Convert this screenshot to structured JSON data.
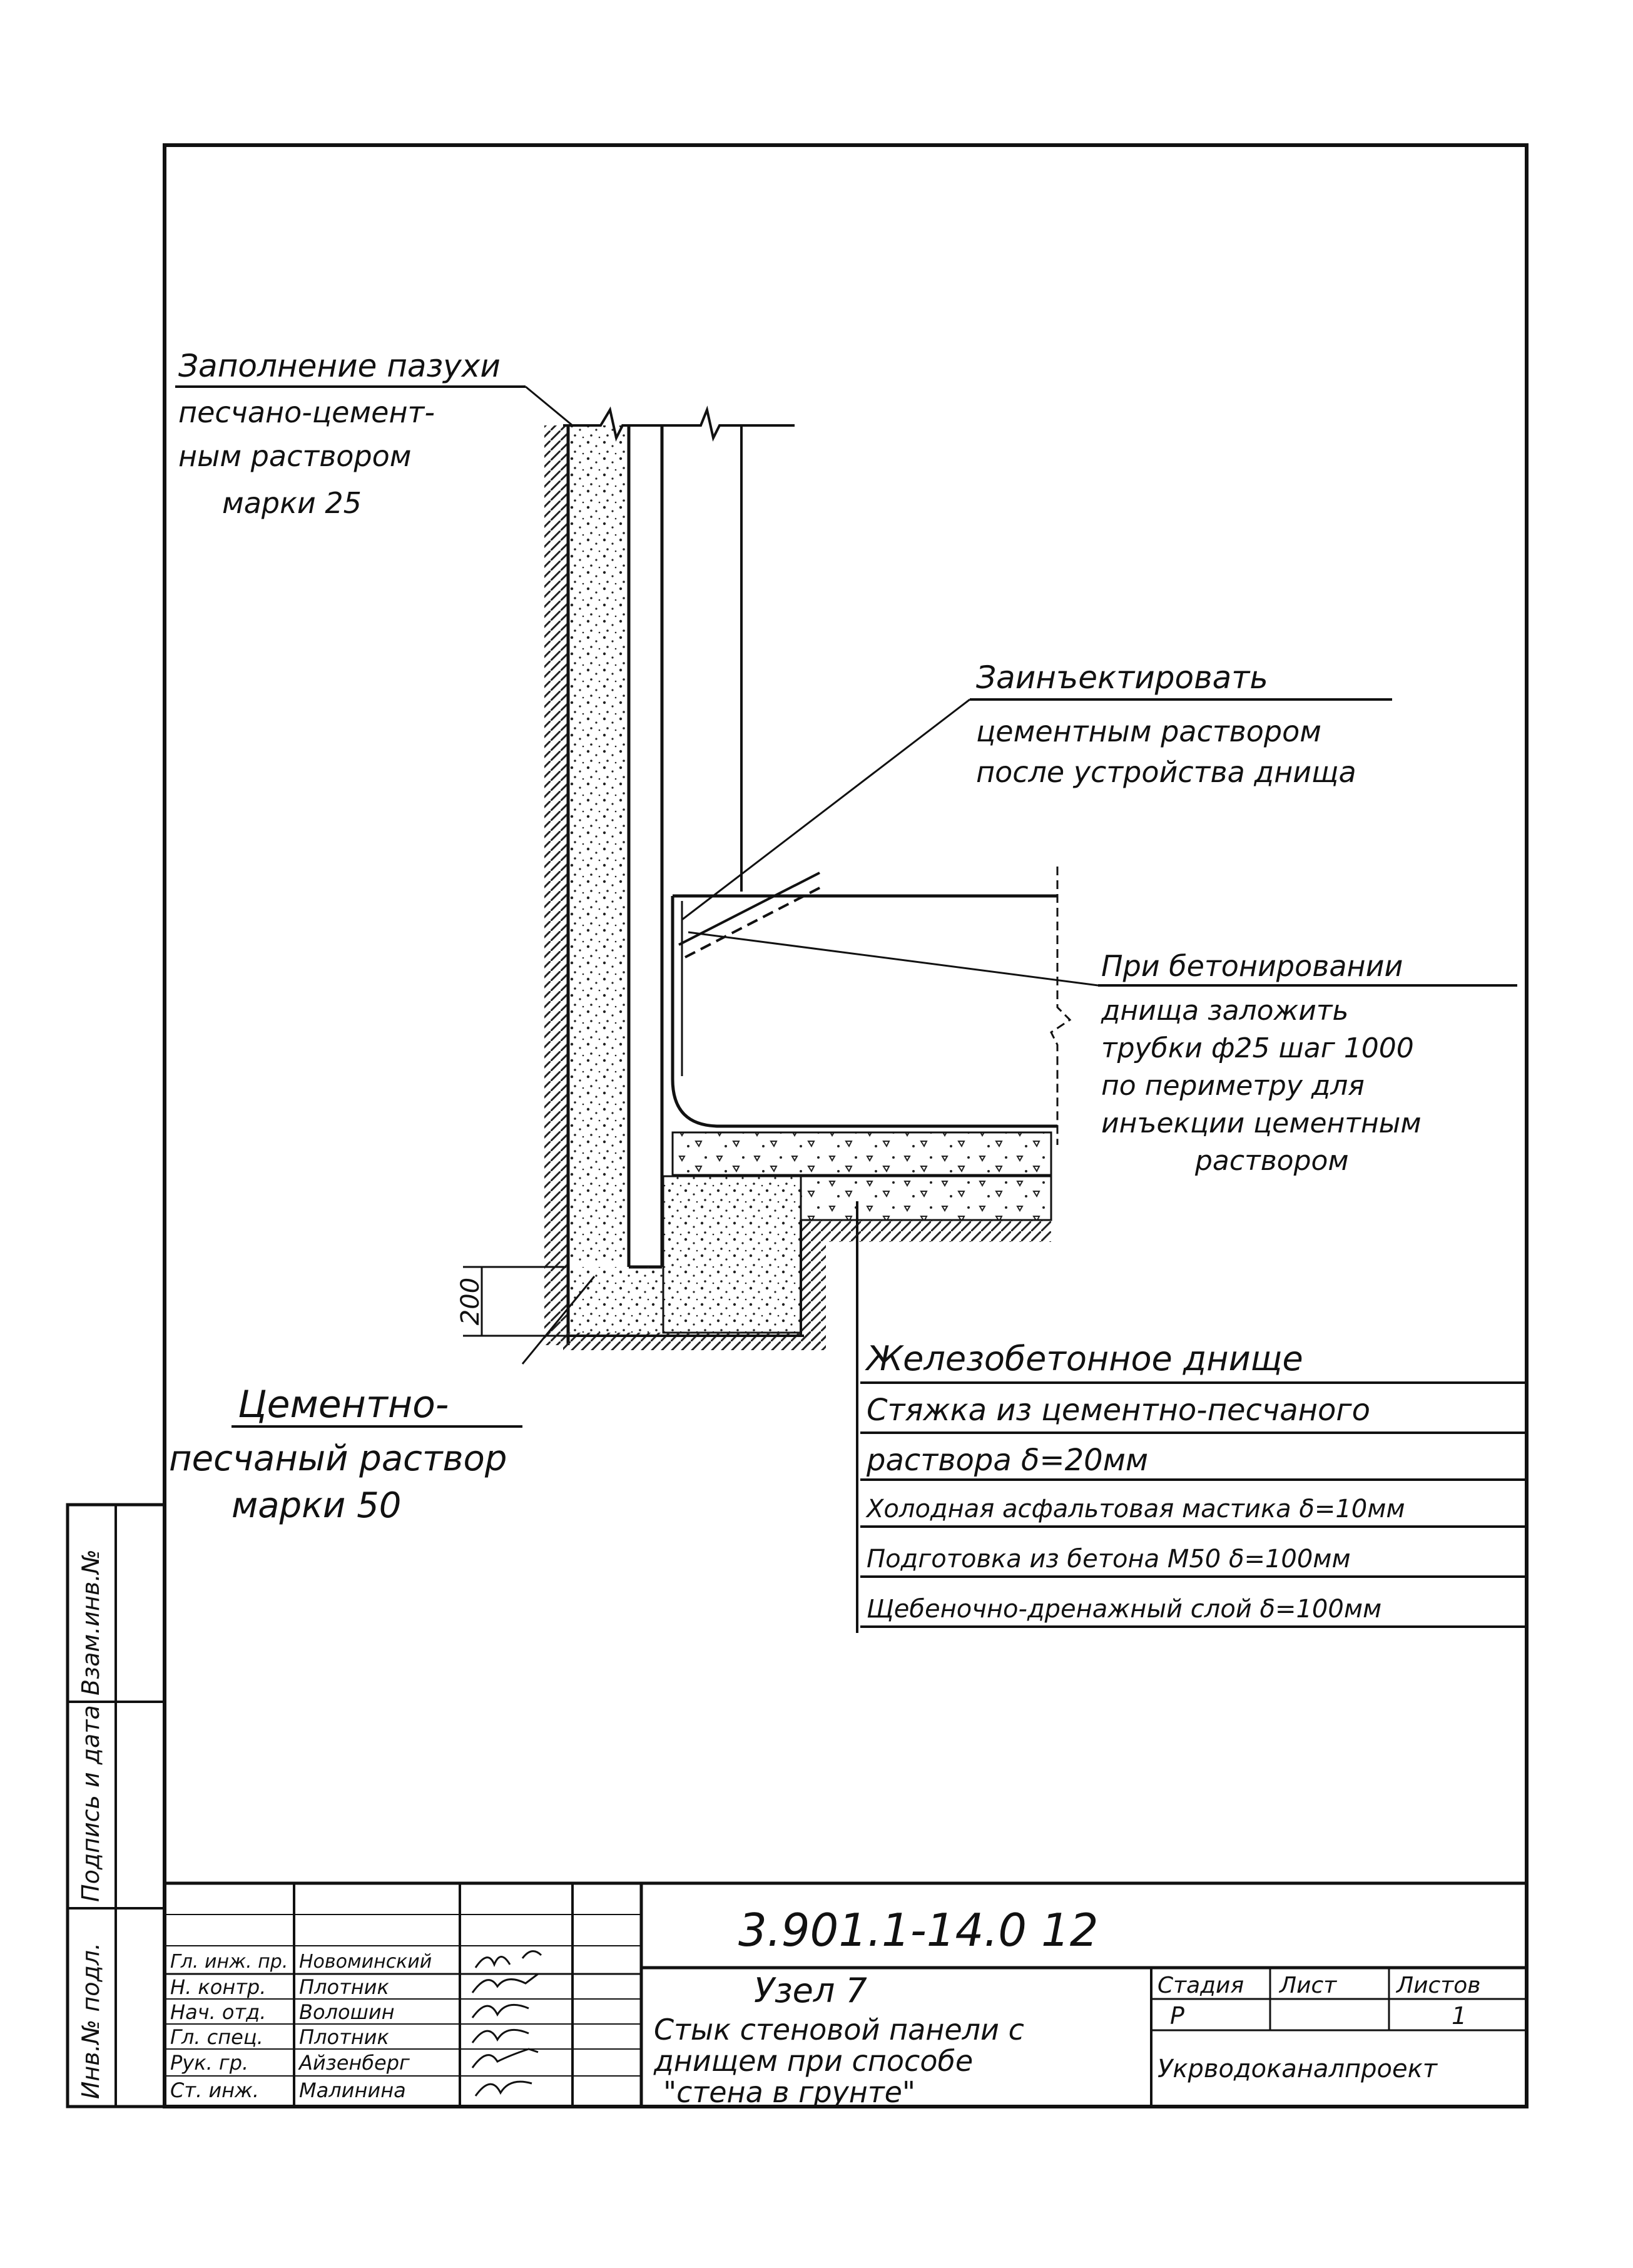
{
  "annotations": {
    "fill_title": "Заполнение пазухи",
    "fill_lines": [
      "песчано-цемент-",
      "ным раствором",
      "марки 25"
    ],
    "inject_title": "Заинъектировать",
    "inject_lines": [
      "цементным раствором",
      "после устройства днища"
    ],
    "tubes_title": "При бетонировании",
    "tubes_lines": [
      "днища заложить",
      "трубки ф25 шаг 1000",
      "по периметру для",
      "инъекции цементным",
      "раствором"
    ],
    "mortar_lines": [
      "Цементно-",
      "песчаный раствор",
      "марки 50"
    ],
    "dimension_200": "200"
  },
  "layers": [
    "Железобетонное днище",
    "Стяжка из цементно-песчаного",
    "раствора δ=20мм",
    "Холодная асфальтовая мастика δ=10мм",
    "Подготовка из бетона М50 δ=100мм",
    "Щебеночно-дренажный слой δ=100мм"
  ],
  "side_stamp": [
    "Инв.№ подл.",
    "Подпись и дата",
    "Взам.инв.№"
  ],
  "title_block": {
    "doc_code": "3.901.1-14.0  12",
    "node": "Узел 7",
    "desc_lines": [
      "Стык стеновой панели с",
      "днищем при способе",
      "\"стена в грунте\""
    ],
    "stage_header": "Стадия",
    "sheet_header": "Лист",
    "sheets_header": "Листов",
    "stage": "Р",
    "sheets_total": "1",
    "organization": "Укрводоканалпроект",
    "staff": [
      {
        "role": "Гл. инж. пр.",
        "name": "Новоминский"
      },
      {
        "role": "Н. контр.",
        "name": "Плотник"
      },
      {
        "role": "Нач. отд.",
        "name": "Волошин"
      },
      {
        "role": "Гл. спец.",
        "name": "Плотник"
      },
      {
        "role": "Рук. гр.",
        "name": "Айзенберг"
      },
      {
        "role": "Ст. инж.",
        "name": "Малинина"
      }
    ]
  }
}
